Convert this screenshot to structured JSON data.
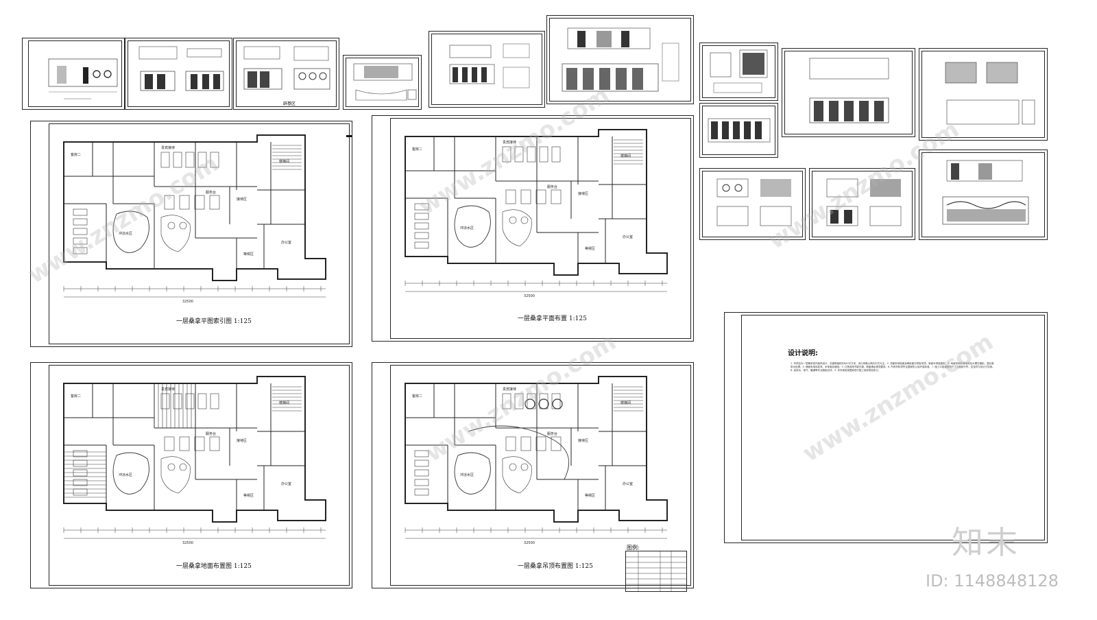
{
  "sheets": {
    "plan_index": {
      "title": "一层桑拿平图索引图 1:125"
    },
    "plan_layout": {
      "title": "一层桑拿平面布置 1:125"
    },
    "plan_floor": {
      "title": "一层桑拿地面布置图 1:125"
    },
    "plan_ceiling": {
      "title": "一层桑拿吊顶布置图 1:125"
    }
  },
  "room_labels": [
    "客房二",
    "贵宾接待",
    "服务台",
    "冲凉水区",
    "接待区",
    "办公室",
    "等候区",
    "楼梯间"
  ],
  "dimension_total": "32500",
  "legend": {
    "label": "图例:"
  },
  "small_label": "辟基区",
  "notes": {
    "title": "设计说明:",
    "body": "1. 本项目为一层桑拿室内装饰设计，总建筑面积约600平方米，设计风格以简约中式为主。2. 顶面采用轻钢龙骨纸面石膏板吊顶，局部木饰面造型。3. 地面采用防滑地砖及大理石铺贴，湿区做防水处理。4. 墙面采用乳胶漆、木饰面及墙纸。5. 灯具选用节能光源，照度满足规范要求。6. 所有材料须符合国家防火及环保标准。7. 施工中如遇现场尺寸与图纸不符，应及时与设计方协商。8. 给排水、电气、暖通等专业图纸另详。9. 未尽事宜按国家现行施工验收规范执行。"
  },
  "watermark": {
    "brand": "知末",
    "id": "ID: 1148848128",
    "site": "www.znzmo.com"
  }
}
